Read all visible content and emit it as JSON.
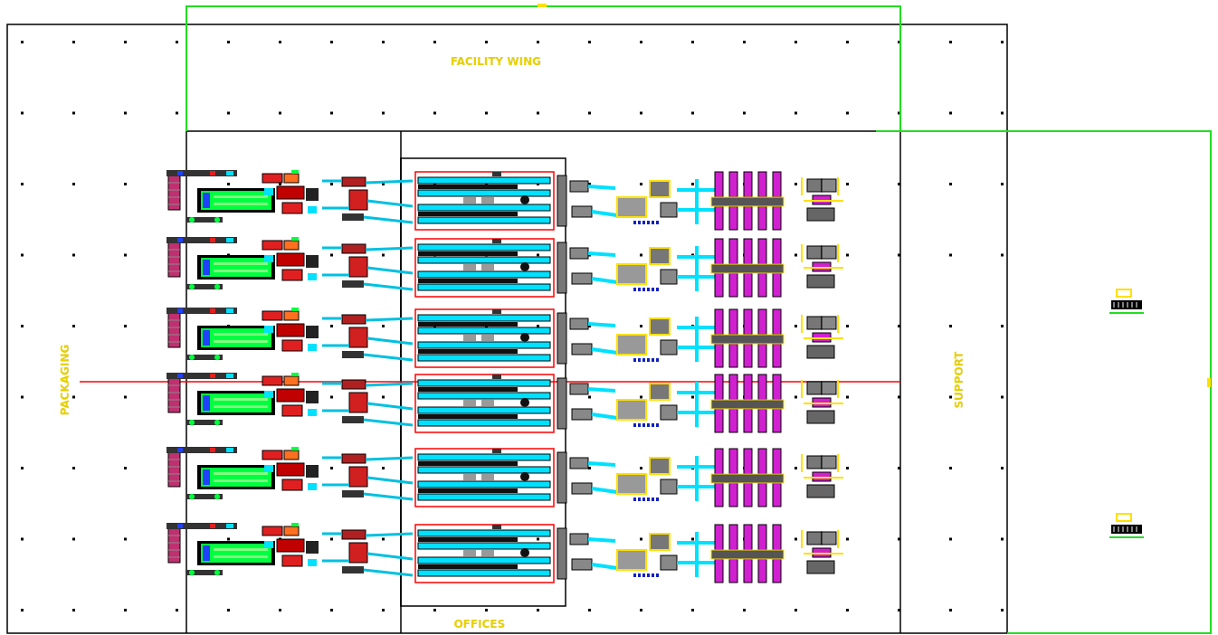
{
  "diagram": {
    "nodes": [
      {
        "text": [
          "FACILITY WING"
        ]
      },
      {
        "text": [
          "PACKAGING"
        ]
      },
      {
        "text": [
          "OFFICES"
        ]
      },
      {
        "text": [
          "SUPPORT"
        ]
      }
    ]
  }
}
